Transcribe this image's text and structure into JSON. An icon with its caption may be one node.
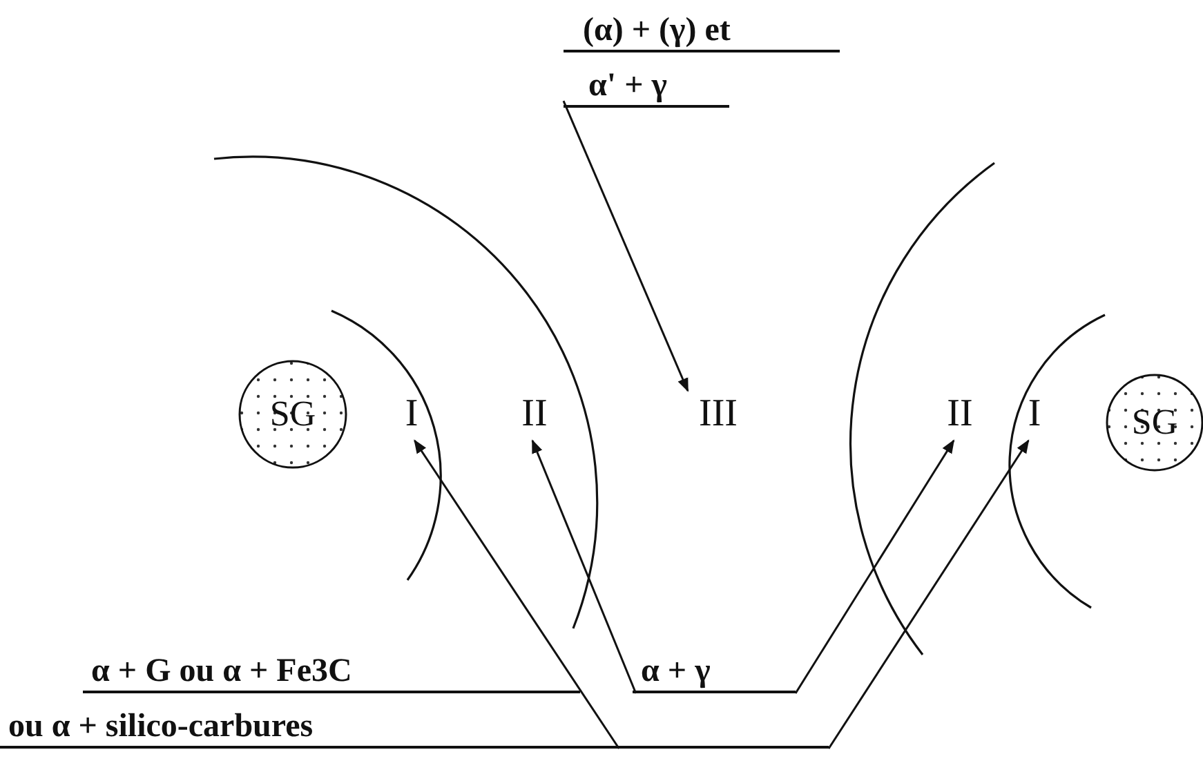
{
  "diagram": {
    "nodes": [
      {
        "text": [
          "(α) + (γ) et",
          "α' + γ"
        ]
      },
      {
        "text": [
          "SG"
        ]
      },
      {
        "text": [
          "I"
        ]
      },
      {
        "text": [
          "II"
        ]
      },
      {
        "text": [
          "III"
        ]
      },
      {
        "text": [
          "II"
        ]
      },
      {
        "text": [
          "I"
        ]
      },
      {
        "text": [
          "SG"
        ]
      },
      {
        "text": [
          "α + G ou α + Fe3C",
          "ou α + silico-carbures"
        ]
      },
      {
        "text": [
          "α + γ"
        ]
      }
    ],
    "edges": [
      {
        "from": 0,
        "to": 4,
        "arrow": "to"
      },
      {
        "from": 8,
        "to": 2,
        "arrow": "to"
      },
      {
        "from": 8,
        "to": 6,
        "arrow": "to"
      },
      {
        "from": 9,
        "to": 3,
        "arrow": "to"
      },
      {
        "from": 9,
        "to": 5,
        "arrow": "to"
      }
    ]
  }
}
